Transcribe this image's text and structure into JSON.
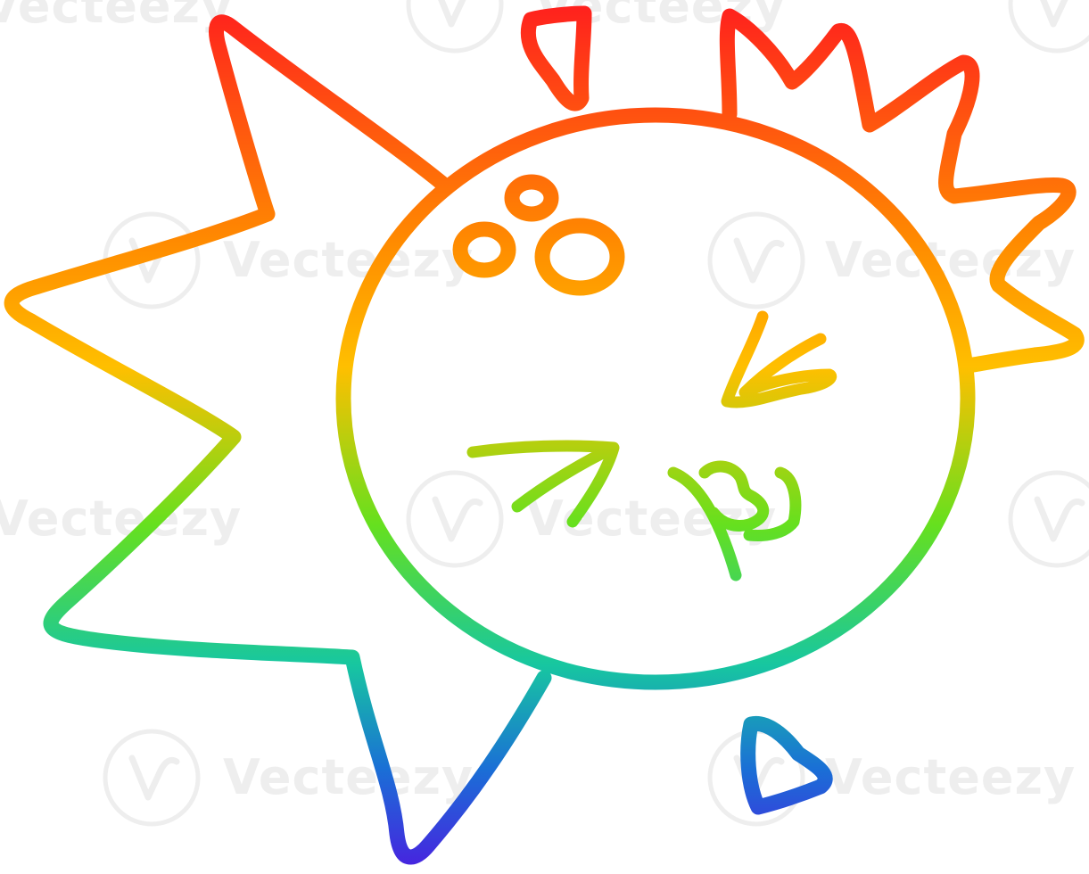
{
  "image": {
    "subject": "cartoon sun",
    "style": "hand-drawn line art",
    "background_color": "#ffffff"
  },
  "colors": {
    "gradient_top": "#ff1e1e",
    "gradient_orange": "#ff8c00",
    "gradient_yellow": "#ffbf00",
    "gradient_green": "#66e01e",
    "gradient_teal": "#17c7a0",
    "gradient_blue": "#1a6fd6",
    "gradient_bottom": "#4a1ee0",
    "watermark": "#eeeeee"
  },
  "watermark": {
    "text": "Vecteezy"
  }
}
